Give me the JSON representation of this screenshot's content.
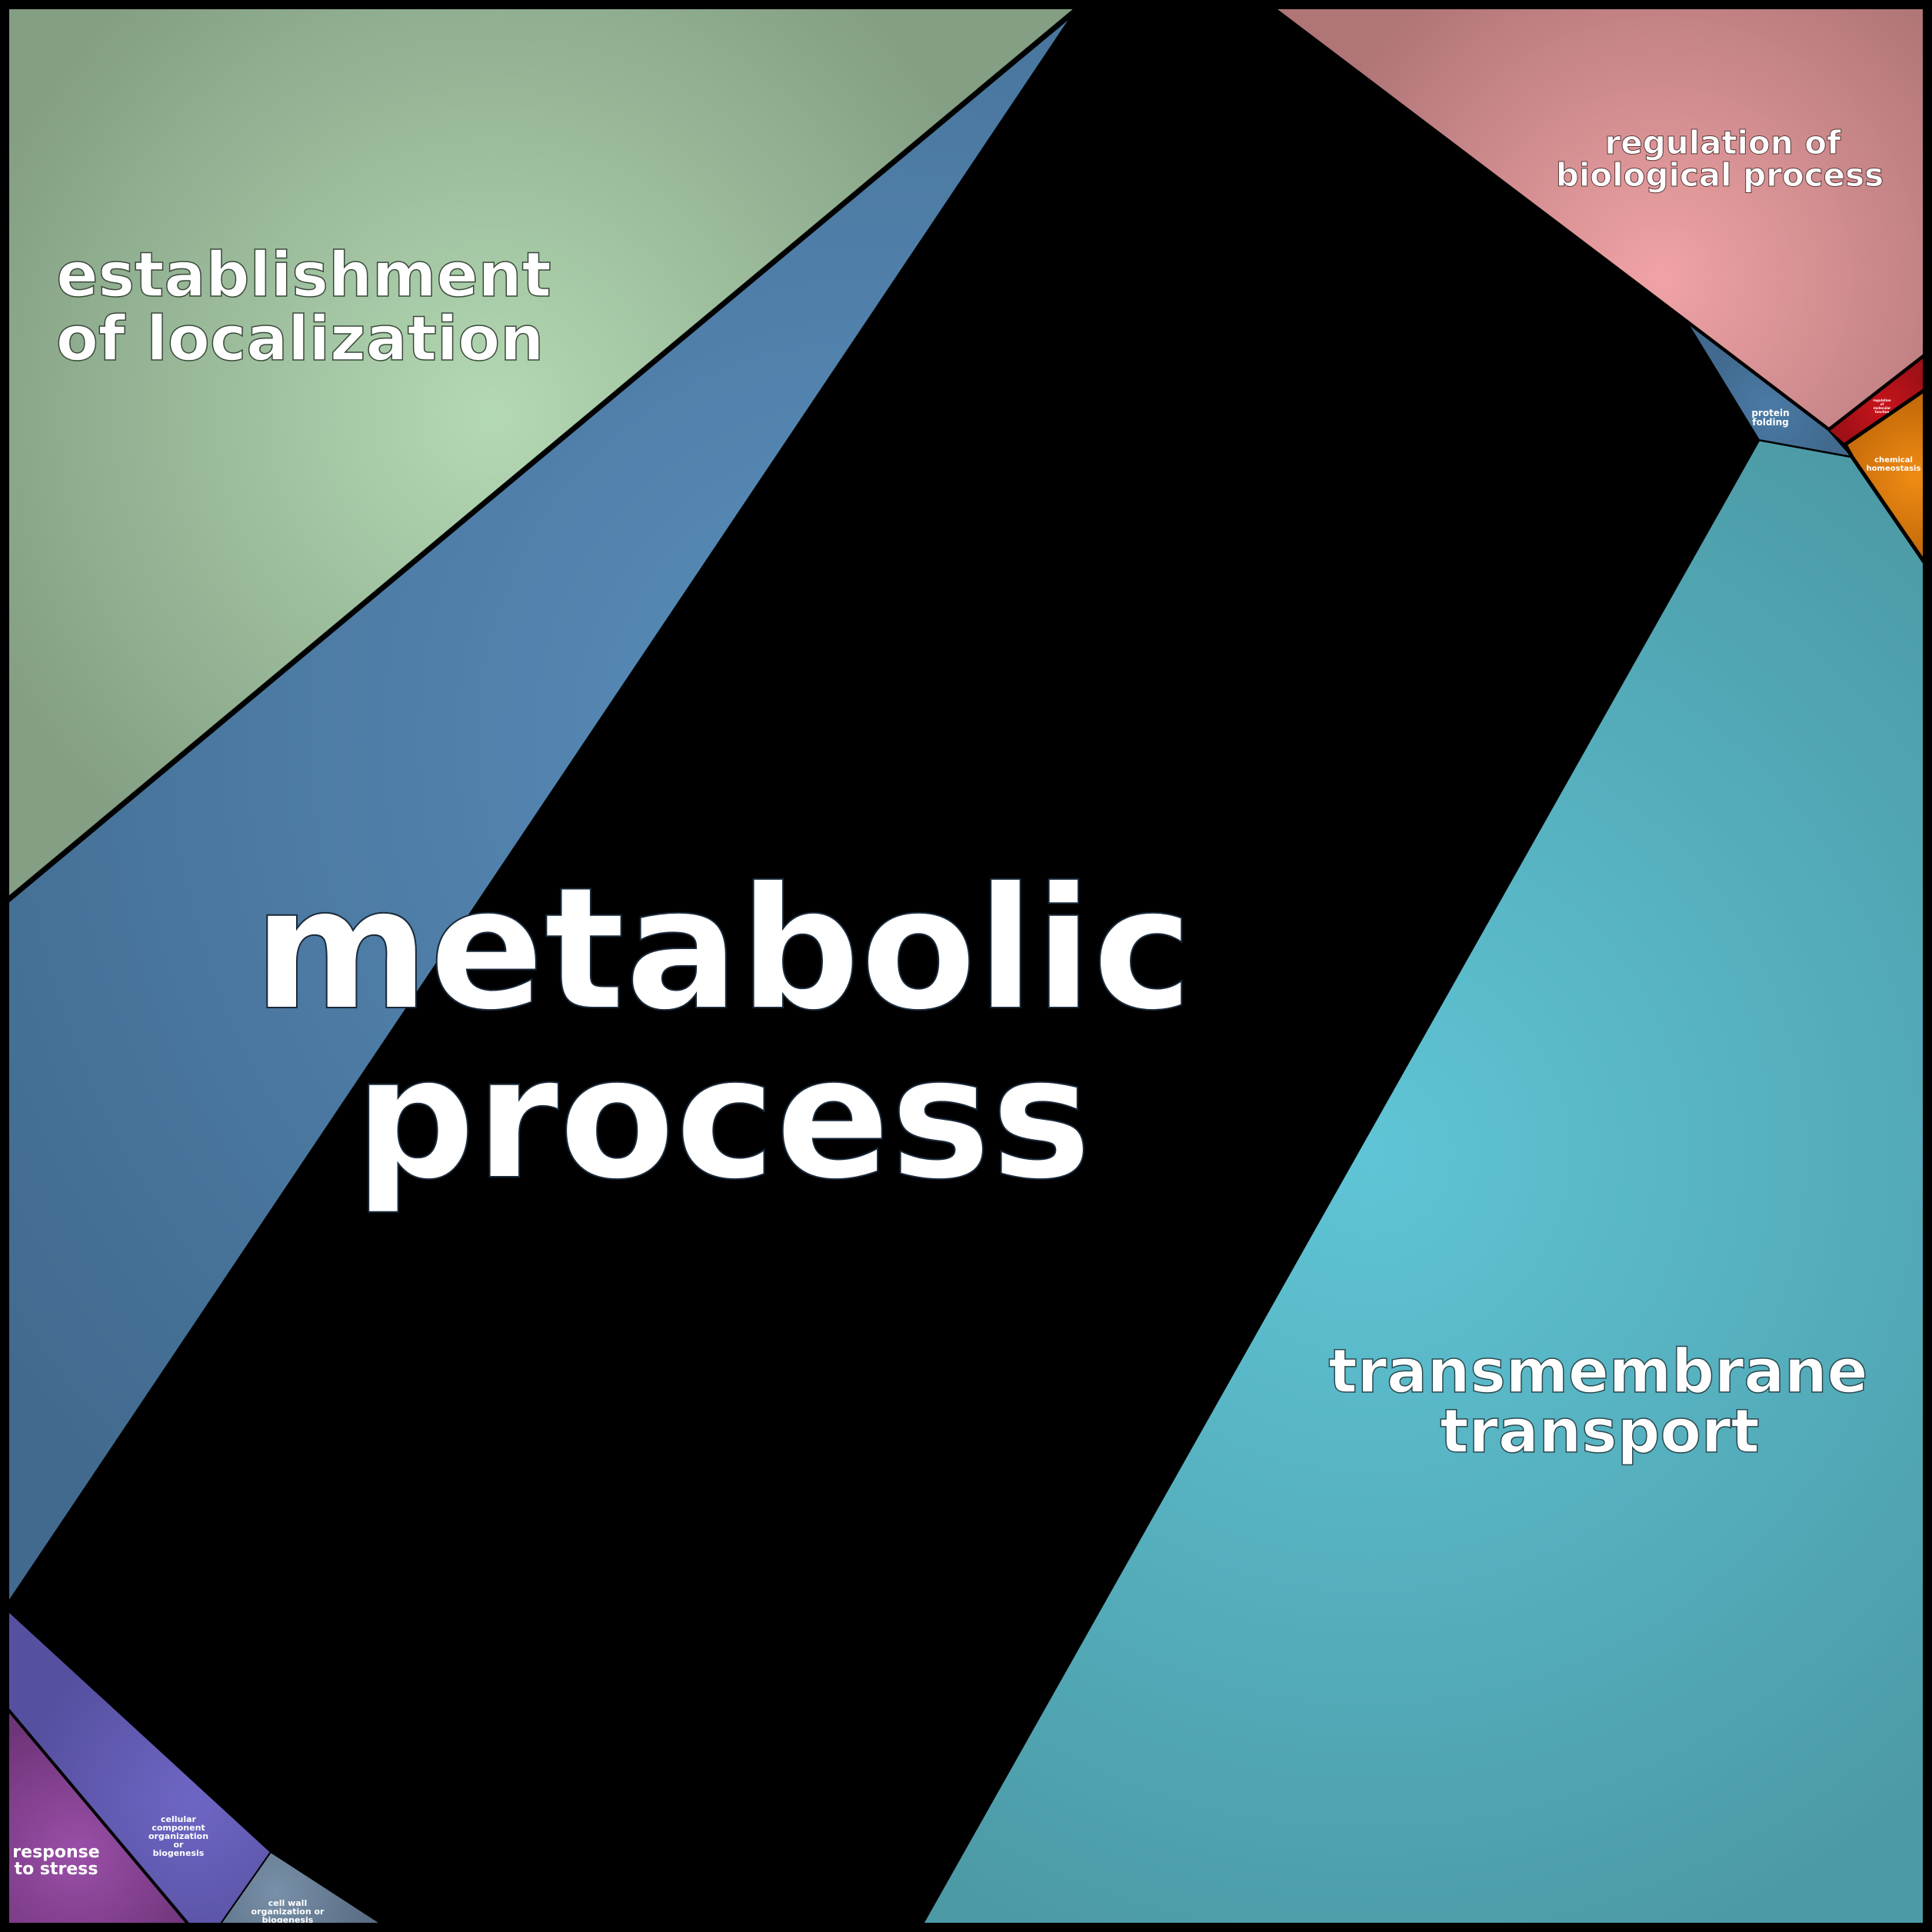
{
  "chart_data": {
    "type": "voronoi-treemap",
    "cells": [
      {
        "id": "metabolic",
        "label_lines": [
          "metabolic",
          "process"
        ],
        "color": "#5a8fbd",
        "edge_color": "#416a8e"
      },
      {
        "id": "localization",
        "label_lines": [
          "establishment",
          "of localization"
        ],
        "color": "#b3d9b3",
        "edge_color": "#849f84"
      },
      {
        "id": "transmembrane",
        "label_lines": [
          "transmembrane",
          "transport"
        ],
        "color": "#5fc5d6",
        "edge_color": "#4c9aa6"
      },
      {
        "id": "regulation",
        "label_lines": [
          "regulation of",
          "biological process"
        ],
        "color": "#f0a3a6",
        "edge_color": "#b07577"
      },
      {
        "id": "protein_folding",
        "label_lines": [
          "protein",
          "folding"
        ],
        "color": "#4a7aa6",
        "edge_color": "#416a8e"
      },
      {
        "id": "regulation_small",
        "label_lines": [
          "regulation",
          "of",
          "molecular",
          "function"
        ],
        "color": "#c8141c",
        "edge_color": "#a01016"
      },
      {
        "id": "chemical_homeostasis",
        "label_lines": [
          "chemical",
          "homeostasis"
        ],
        "color": "#f08c14",
        "edge_color": "#c46a0a"
      },
      {
        "id": "response_stress",
        "label_lines": [
          "response",
          "to stress"
        ],
        "color": "#9a4fa8",
        "edge_color": "#6e3478"
      },
      {
        "id": "cellular_component",
        "label_lines": [
          "cellular",
          "component",
          "organization",
          "or",
          "biogenesis"
        ],
        "color": "#6e66c4",
        "edge_color": "#5650a0"
      },
      {
        "id": "cell_wall",
        "label_lines": [
          "cell wall",
          "organization or",
          "biogenesis"
        ],
        "color": "#7890a8",
        "edge_color": "#5a6e84"
      }
    ]
  }
}
